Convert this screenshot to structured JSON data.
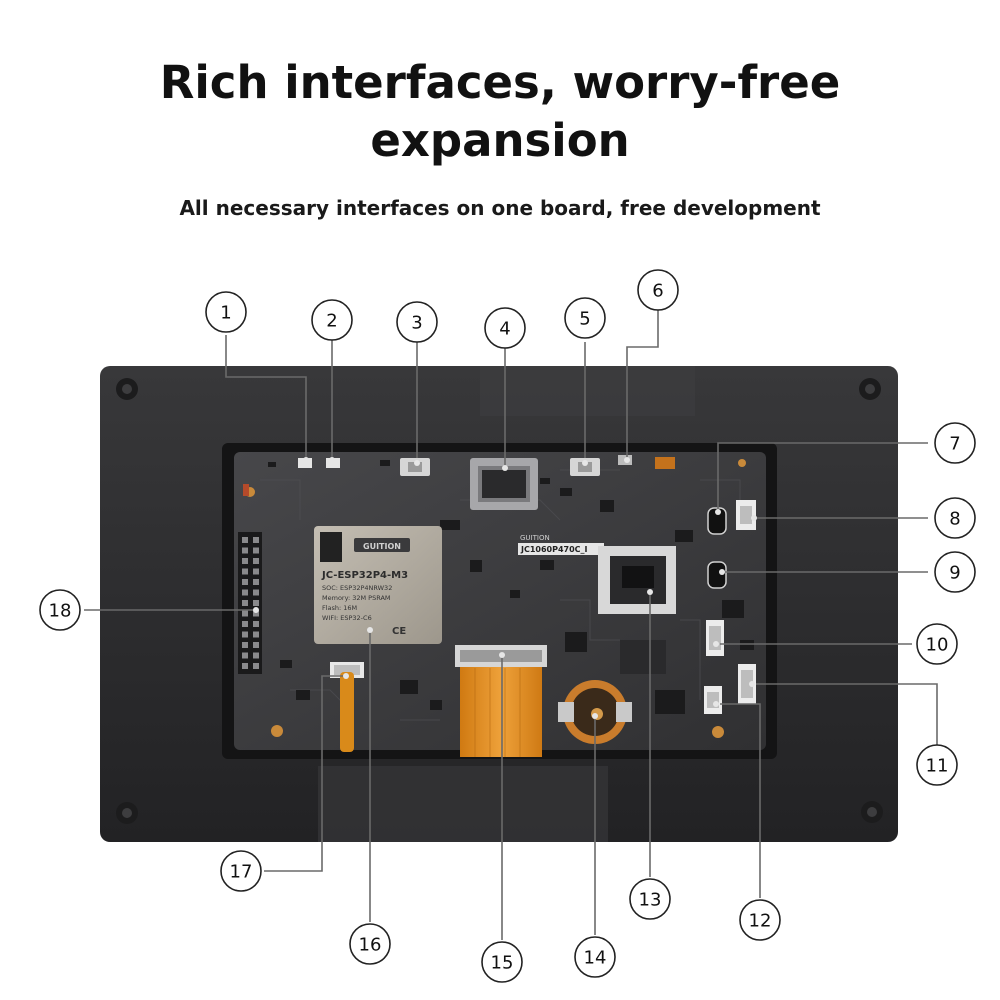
{
  "header": {
    "title_line1": "Rich interfaces, worry-free",
    "title_line2": "expansion",
    "subtitle": "All necessary interfaces on one board, free development"
  },
  "board": {
    "module_brand": "GUITION",
    "module_name": "JC-ESP32P4-M3",
    "module_soc": "SOC: ESP32P4NRW32",
    "module_memory": "Memory: 32M PSRAM",
    "module_flash": "Flash: 16M",
    "module_wifi": "WIFI: ESP32-C6",
    "module_cert": "CE",
    "pcb_model": "JC1060P470C_I",
    "pcb_brand": "GUITION"
  },
  "callouts": [
    "1",
    "2",
    "3",
    "4",
    "5",
    "6",
    "7",
    "8",
    "9",
    "10",
    "11",
    "12",
    "13",
    "14",
    "15",
    "16",
    "17",
    "18"
  ],
  "colors": {
    "case": "#2b2b2d",
    "pcb": "#3a3a3c",
    "module_shield": "#b3ada2",
    "flex_cable": "#e0901c",
    "coin_cell_holder": "#c97c2c"
  }
}
